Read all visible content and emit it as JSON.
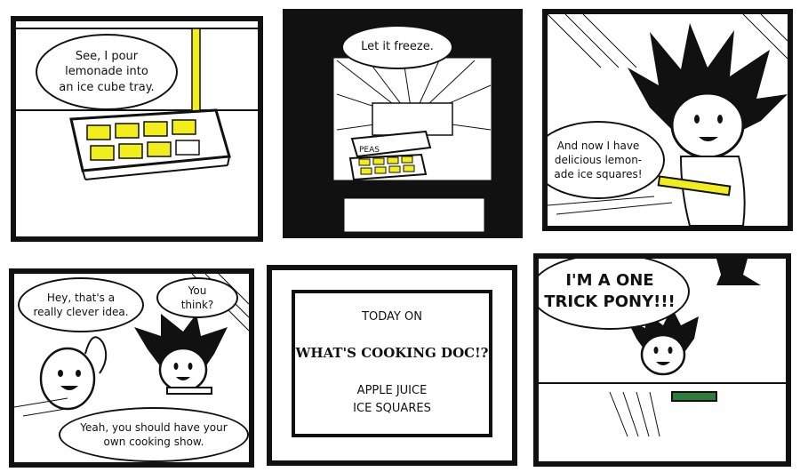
{
  "panel1": {
    "speech": "See, I pour\nlemonade into\nan ice cube tray."
  },
  "panel2": {
    "speech": "Let it freeze.",
    "peas_label": "PEAS"
  },
  "panel3": {
    "speech": "And now I have\ndelicious lemon-\nade ice squares!"
  },
  "panel4": {
    "speech_a": "Hey, that's a\nreally clever idea.",
    "speech_b": "You think?",
    "speech_c": "Yeah, you should have your\nown cooking show."
  },
  "panel5": {
    "line1": "TODAY ON",
    "title": "WHAT'S COOKING DOC!?",
    "subtitle": "APPLE JUICE\nICE SQUARES"
  },
  "panel6": {
    "speech": "I'M A ONE\nTRICK PONY!!!"
  },
  "colors": {
    "lemonade": "#f2ee1c",
    "ink": "#111111",
    "apple_juice": "#2e7d3a"
  }
}
